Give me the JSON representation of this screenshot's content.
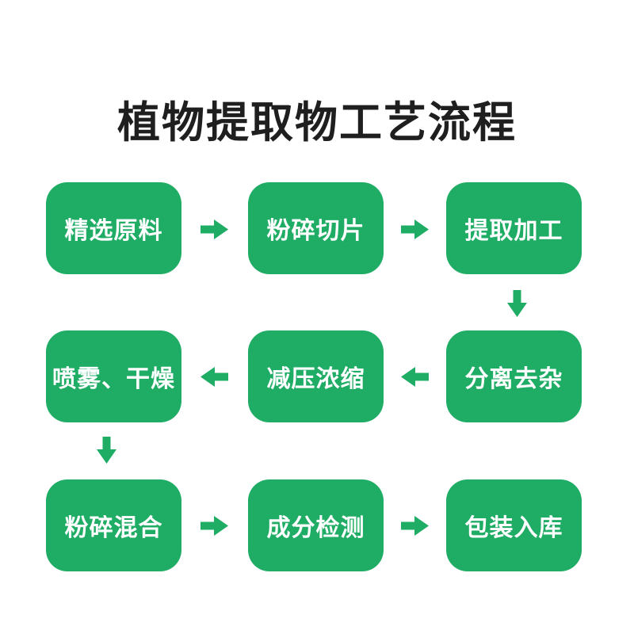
{
  "title": "植物提取物工艺流程",
  "colors": {
    "box_green": "#1fac64",
    "arrow_green": "#1fac64",
    "title_color": "#1f1f1f",
    "box_text": "#ffffff",
    "background": "#ffffff"
  },
  "steps": [
    {
      "label": "精选原料"
    },
    {
      "label": "粉碎切片"
    },
    {
      "label": "提取加工"
    },
    {
      "label": "分离去杂"
    },
    {
      "label": "减压浓缩"
    },
    {
      "label": "喷雾、干燥"
    },
    {
      "label": "粉碎混合"
    },
    {
      "label": "成分检测"
    },
    {
      "label": "包装入库"
    }
  ],
  "arrows": [
    {
      "from": "精选原料",
      "to": "粉碎切片",
      "direction": "right"
    },
    {
      "from": "粉碎切片",
      "to": "提取加工",
      "direction": "right"
    },
    {
      "from": "提取加工",
      "to": "分离去杂",
      "direction": "down"
    },
    {
      "from": "分离去杂",
      "to": "减压浓缩",
      "direction": "left"
    },
    {
      "from": "减压浓缩",
      "to": "喷雾、干燥",
      "direction": "left"
    },
    {
      "from": "喷雾、干燥",
      "to": "粉碎混合",
      "direction": "down"
    },
    {
      "from": "粉碎混合",
      "to": "成分检测",
      "direction": "right"
    },
    {
      "from": "成分检测",
      "to": "包装入库",
      "direction": "right"
    }
  ]
}
